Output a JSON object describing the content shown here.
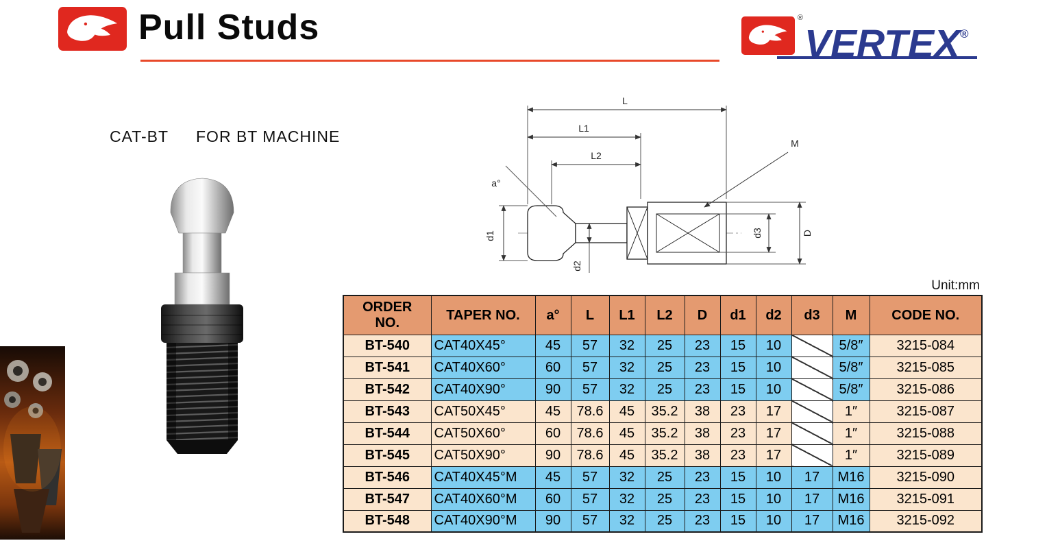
{
  "header": {
    "title": "Pull Studs",
    "brand": "VERTEX",
    "registered": "®"
  },
  "subtitle": {
    "series": "CAT-BT",
    "machine": "FOR BT MACHINE"
  },
  "unit_label": "Unit:mm",
  "diagram_labels": {
    "L": "L",
    "L1": "L1",
    "L2": "L2",
    "M": "M",
    "a": "a°",
    "d1": "d1",
    "d2": "d2",
    "d3": "d3",
    "D": "D"
  },
  "colors": {
    "accent_red": "#e0281f",
    "brand_blue": "#2b3a8f",
    "table_header": "#e49a70",
    "cell_blue": "#7ecdf0",
    "cell_peach": "#fbe5cd"
  },
  "table": {
    "headers": [
      "ORDER NO.",
      "TAPER NO.",
      "a°",
      "L",
      "L1",
      "L2",
      "D",
      "d1",
      "d2",
      "d3",
      "M",
      "CODE NO."
    ],
    "rows": [
      {
        "order": "BT-540",
        "taper": "CAT40X45°",
        "a": "45",
        "L": "57",
        "L1": "32",
        "L2": "25",
        "D": "23",
        "d1": "15",
        "d2": "10",
        "d3": "",
        "M": "5/8″",
        "code": "3215-084",
        "tone": "blue"
      },
      {
        "order": "BT-541",
        "taper": "CAT40X60°",
        "a": "60",
        "L": "57",
        "L1": "32",
        "L2": "25",
        "D": "23",
        "d1": "15",
        "d2": "10",
        "d3": "",
        "M": "5/8″",
        "code": "3215-085",
        "tone": "blue"
      },
      {
        "order": "BT-542",
        "taper": "CAT40X90°",
        "a": "90",
        "L": "57",
        "L1": "32",
        "L2": "25",
        "D": "23",
        "d1": "15",
        "d2": "10",
        "d3": "",
        "M": "5/8″",
        "code": "3215-086",
        "tone": "blue"
      },
      {
        "order": "BT-543",
        "taper": "CAT50X45°",
        "a": "45",
        "L": "78.6",
        "L1": "45",
        "L2": "35.2",
        "D": "38",
        "d1": "23",
        "d2": "17",
        "d3": "",
        "M": "1″",
        "code": "3215-087",
        "tone": "peach"
      },
      {
        "order": "BT-544",
        "taper": "CAT50X60°",
        "a": "60",
        "L": "78.6",
        "L1": "45",
        "L2": "35.2",
        "D": "38",
        "d1": "23",
        "d2": "17",
        "d3": "",
        "M": "1″",
        "code": "3215-088",
        "tone": "peach"
      },
      {
        "order": "BT-545",
        "taper": "CAT50X90°",
        "a": "90",
        "L": "78.6",
        "L1": "45",
        "L2": "35.2",
        "D": "38",
        "d1": "23",
        "d2": "17",
        "d3": "",
        "M": "1″",
        "code": "3215-089",
        "tone": "peach"
      },
      {
        "order": "BT-546",
        "taper": "CAT40X45°M",
        "a": "45",
        "L": "57",
        "L1": "32",
        "L2": "25",
        "D": "23",
        "d1": "15",
        "d2": "10",
        "d3": "17",
        "M": "M16",
        "code": "3215-090",
        "tone": "blue"
      },
      {
        "order": "BT-547",
        "taper": "CAT40X60°M",
        "a": "60",
        "L": "57",
        "L1": "32",
        "L2": "25",
        "D": "23",
        "d1": "15",
        "d2": "10",
        "d3": "17",
        "M": "M16",
        "code": "3215-091",
        "tone": "blue"
      },
      {
        "order": "BT-548",
        "taper": "CAT40X90°M",
        "a": "90",
        "L": "57",
        "L1": "32",
        "L2": "25",
        "D": "23",
        "d1": "15",
        "d2": "10",
        "d3": "17",
        "M": "M16",
        "code": "3215-092",
        "tone": "blue"
      }
    ]
  }
}
